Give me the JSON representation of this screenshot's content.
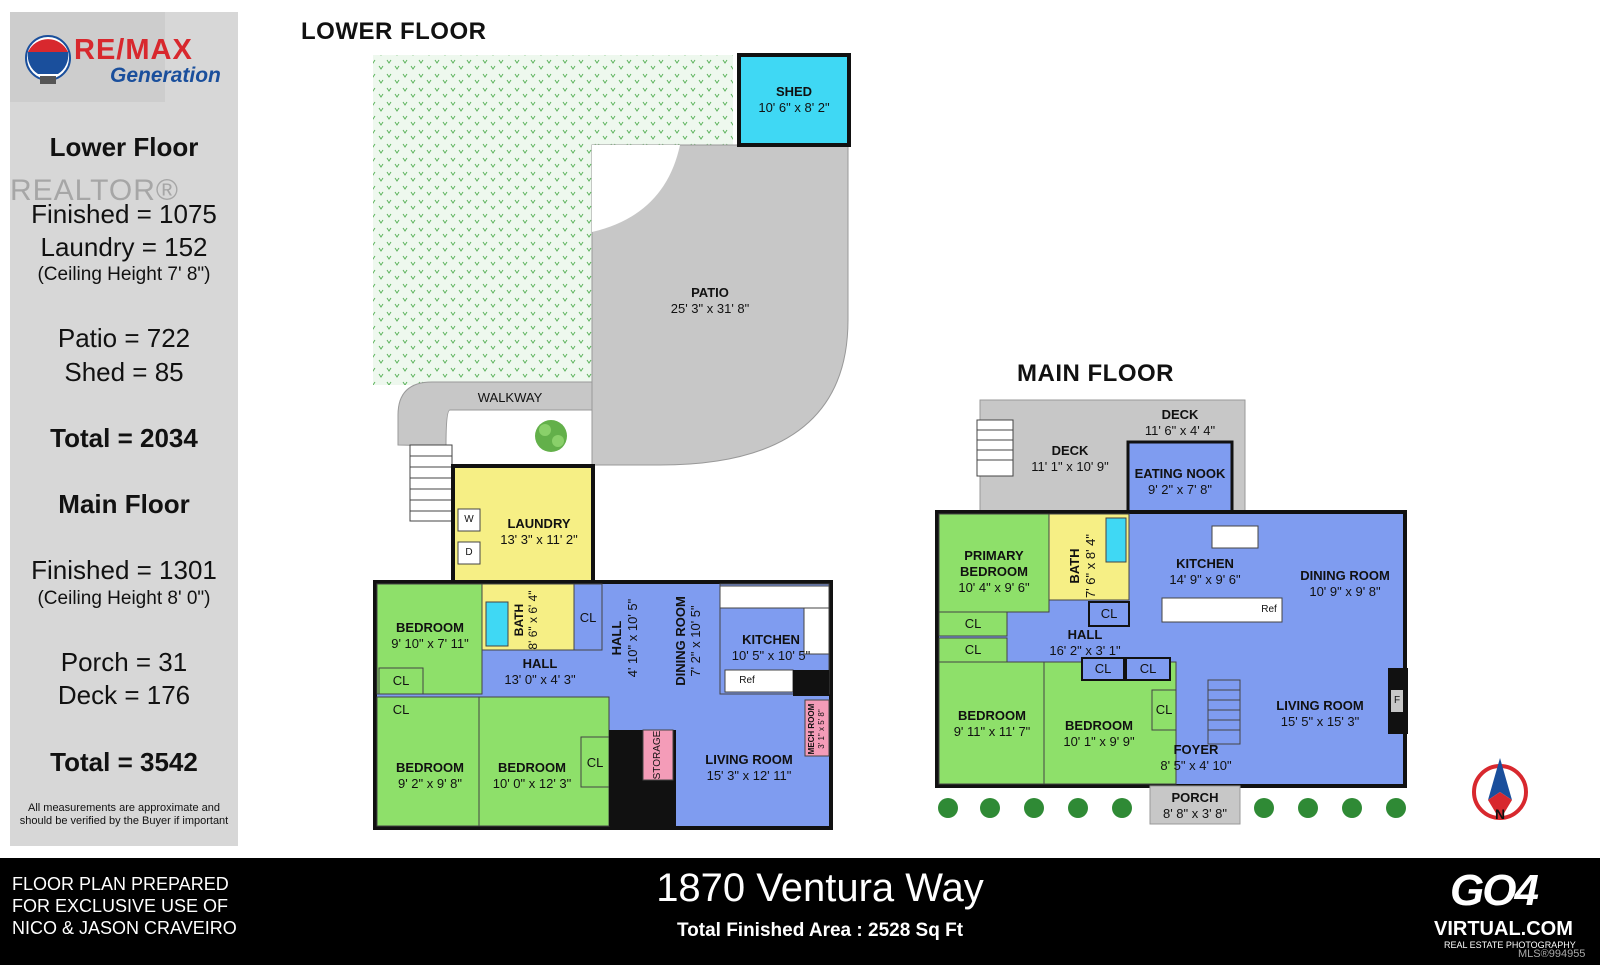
{
  "brand": {
    "logo_text_1": "RE/MAX",
    "logo_text_2": "Generation",
    "realtor_mark": "REALTOR®"
  },
  "sidebar": {
    "lower_heading": "Lower Floor",
    "lower_finished": "Finished = 1075",
    "lower_laundry": "Laundry = 152",
    "lower_ceiling": "(Ceiling Height 7' 8\")",
    "lower_patio": "Patio = 722",
    "lower_shed": "Shed = 85",
    "lower_total": "Total = 2034",
    "main_heading": "Main Floor",
    "main_finished": "Finished = 1301",
    "main_ceiling": "(Ceiling Height 8' 0\")",
    "main_porch": "Porch = 31",
    "main_deck": "Deck = 176",
    "grand_total": "Total = 3542",
    "disclaimer": "All measurements are approximate and should be verified by the Buyer if important"
  },
  "footer": {
    "prepared_line1": "FLOOR PLAN PREPARED",
    "prepared_line2": "FOR EXCLUSIVE USE OF",
    "prepared_line3": "NICO & JASON CRAVEIRO",
    "address": "1870 Ventura Way",
    "total_area": "Total Finished Area : 2528 Sq Ft",
    "logo_go": "GO4",
    "logo_site": "VIRTUAL.COM",
    "logo_tag": "REAL ESTATE PHOTOGRAPHY",
    "mls": "MLS®994955"
  },
  "lower_floor": {
    "title": "LOWER FLOOR",
    "shed": {
      "name": "SHED",
      "dims": "10' 6\" x 8' 2\""
    },
    "patio": {
      "name": "PATIO",
      "dims": "25' 3\" x 31' 8\""
    },
    "walkway": "WALKWAY",
    "laundry": {
      "name": "LAUNDRY",
      "dims": "13' 3\" x 11' 2\""
    },
    "washer": "W",
    "dryer": "D",
    "bedroom1": {
      "name": "BEDROOM",
      "dims": "9' 10\" x 7' 11\""
    },
    "bath": {
      "name": "BATH",
      "dims": "8' 6\" x 6' 4\""
    },
    "cl_a": "CL",
    "cl_b": "CL",
    "cl_c": "CL",
    "cl_d": "CL",
    "hall1": {
      "name": "HALL",
      "dims": "13' 0\" x 4' 3\""
    },
    "hall2": {
      "name": "HALL",
      "dims": "4' 10\" x 10' 5\""
    },
    "dining": {
      "name": "DINING ROOM",
      "dims": "7' 2\" x 10' 5\""
    },
    "kitchen": {
      "name": "KITCHEN",
      "dims": "10' 5\" x 10' 5\""
    },
    "ref": "Ref",
    "mech": {
      "name": "MECH ROOM",
      "dims": "3' 1\" x 5' 8\""
    },
    "storage": "STORAGE",
    "bedroom2": {
      "name": "BEDROOM",
      "dims": "9' 2\" x 9' 8\""
    },
    "bedroom3": {
      "name": "BEDROOM",
      "dims": "10' 0\" x 12' 3\""
    },
    "living": {
      "name": "LIVING ROOM",
      "dims": "15' 3\" x 12' 11\""
    }
  },
  "main_floor": {
    "title": "MAIN FLOOR",
    "deck1": {
      "name": "DECK",
      "dims": "11' 6\" x 4' 4\""
    },
    "deck2": {
      "name": "DECK",
      "dims": "11' 1\" x 10' 9\""
    },
    "nook": {
      "name": "EATING NOOK",
      "dims": "9' 2\" x 7' 8\""
    },
    "primary": {
      "name": "PRIMARY BEDROOM",
      "dims": "10' 4\" x 9' 6\""
    },
    "bath": {
      "name": "BATH",
      "dims": "7' 6\" x 8' 4\""
    },
    "kitchen": {
      "name": "KITCHEN",
      "dims": "14' 9\" x 9' 6\""
    },
    "ref": "Ref",
    "dining": {
      "name": "DINING ROOM",
      "dims": "10' 9\" x 9' 8\""
    },
    "hall": {
      "name": "HALL",
      "dims": "16' 2\" x 3' 1\""
    },
    "cl_a": "CL",
    "cl_b": "CL",
    "cl_c": "CL",
    "cl_d": "CL",
    "cl_e": "CL",
    "cl_f": "CL",
    "bedroom1": {
      "name": "BEDROOM",
      "dims": "9' 11\" x 11' 7\""
    },
    "bedroom2": {
      "name": "BEDROOM",
      "dims": "10' 1\" x 9' 9\""
    },
    "foyer": {
      "name": "FOYER",
      "dims": "8' 5\" x 4' 10\""
    },
    "living": {
      "name": "LIVING ROOM",
      "dims": "15' 5\" x 15' 3\""
    },
    "fireplace": "F",
    "porch": {
      "name": "PORCH",
      "dims": "8' 8\" x 3' 8\""
    }
  },
  "compass": {
    "label": "N"
  },
  "colors": {
    "bedroom": "#8ee06a",
    "bath_laundry": "#f6ef85",
    "hall_living": "#7f9cf0",
    "shed": "#3fd8f4",
    "patio": "#c7c7c7",
    "storage": "#f49cb8",
    "lawn": "#eef8ee"
  }
}
